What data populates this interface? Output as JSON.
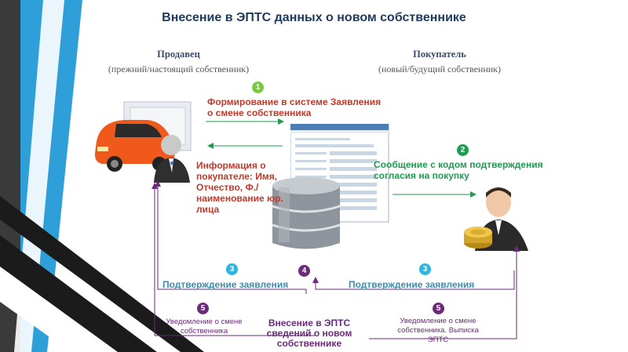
{
  "title": "Внесение в ЭПТС данных о новом собственнике",
  "seller": {
    "name": "Продавец",
    "sub": "(прежний/настоящий собственник)"
  },
  "buyer": {
    "name": "Покупатель",
    "sub": "(новый/будущий собственник)"
  },
  "steps": {
    "s1": {
      "num": "1",
      "text": "Формирование в системе Заявления о смене собственника"
    },
    "info": {
      "text": "Информация о покупателе: Имя, Отчество, Ф./ наименование юр. лица"
    },
    "s2": {
      "num": "2",
      "text": "Сообщение с кодом подтверждения согласия на покупку"
    },
    "s3a": {
      "num": "3",
      "text": "Подтверждение заявления"
    },
    "s3b": {
      "num": "3",
      "text": "Подтверждение заявления"
    },
    "s4": {
      "num": "4",
      "text": "Внесение в ЭПТС сведений о новом собственнике"
    },
    "s5a": {
      "num": "5",
      "text": "Уведомление о смене собственника"
    },
    "s5b": {
      "num": "5",
      "text": "Уведомление о смене собственника. Выписка ЭПТС"
    }
  },
  "colors": {
    "red": "#c0392b",
    "green": "#1e9c4f",
    "teal": "#3a8fb0",
    "purple": "#6b2a7a"
  }
}
